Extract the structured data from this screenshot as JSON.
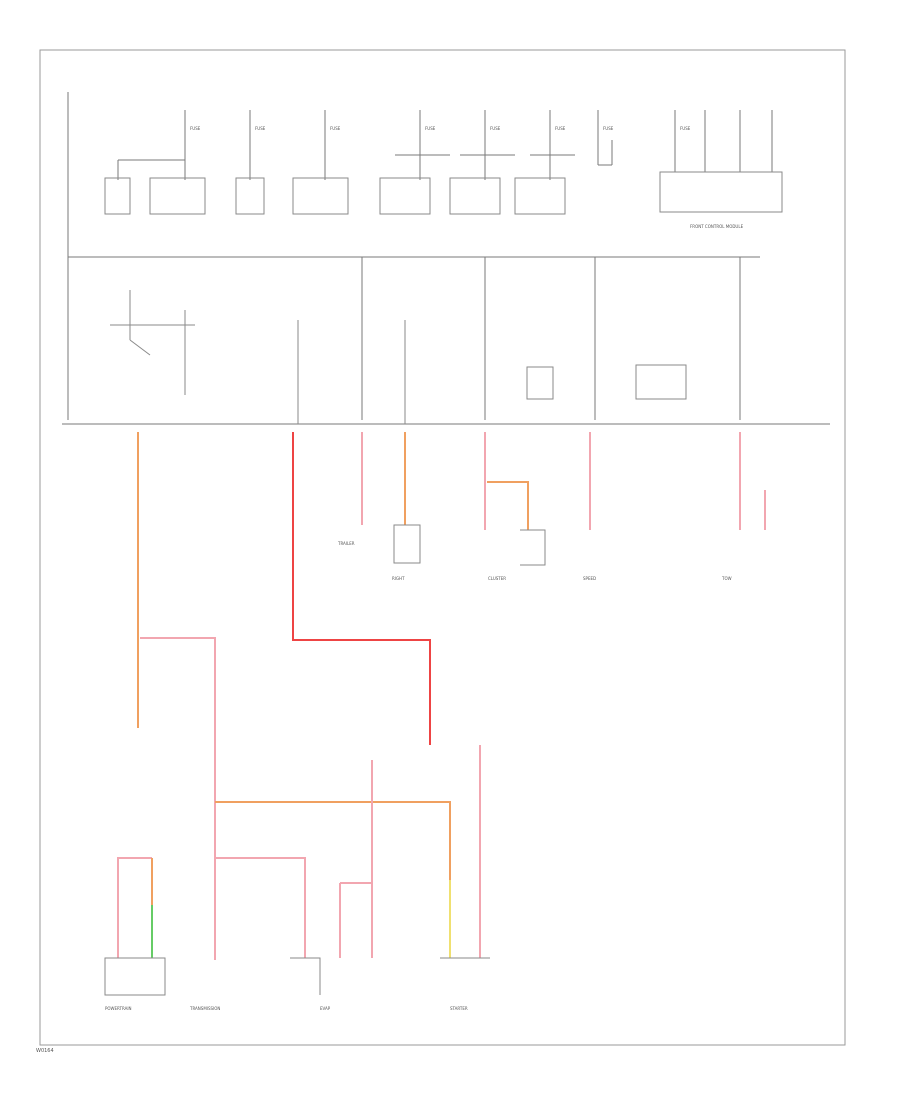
{
  "diagram": {
    "footer_code": "W0164",
    "colors": {
      "frame": "#9a9a9a",
      "line": "#7a7a7a",
      "label_text": "#555555",
      "wire_red": "#ee4444",
      "wire_pink": "#f2a6b0",
      "wire_orange": "#f0a060",
      "wire_yellow": "#f0e070",
      "wire_green": "#66cc66"
    },
    "components": [
      {
        "id": "c1",
        "label": "FUSE"
      },
      {
        "id": "c2",
        "label": "FUSE"
      },
      {
        "id": "c3",
        "label": "FUSE"
      },
      {
        "id": "c4",
        "label": "FUSE"
      },
      {
        "id": "c5",
        "label": "FUSE"
      },
      {
        "id": "c6",
        "label": "FUSE"
      },
      {
        "id": "c7",
        "label": "FUSE"
      },
      {
        "id": "c8",
        "label": "FUSE"
      },
      {
        "id": "c9",
        "label": "FRONT CONTROL MODULE"
      }
    ],
    "bottom_labels": [
      {
        "id": "b1",
        "label": "TRAILER"
      },
      {
        "id": "b2",
        "label": "RIGHT"
      },
      {
        "id": "b3",
        "label": "CLUSTER"
      },
      {
        "id": "b4",
        "label": "SPEED"
      },
      {
        "id": "b5",
        "label": "TOW"
      },
      {
        "id": "b6",
        "label": "POWERTRAIN"
      },
      {
        "id": "b7",
        "label": "TRANSMISSION"
      },
      {
        "id": "b8",
        "label": "EVAP"
      },
      {
        "id": "b9",
        "label": "STARTER"
      }
    ]
  }
}
